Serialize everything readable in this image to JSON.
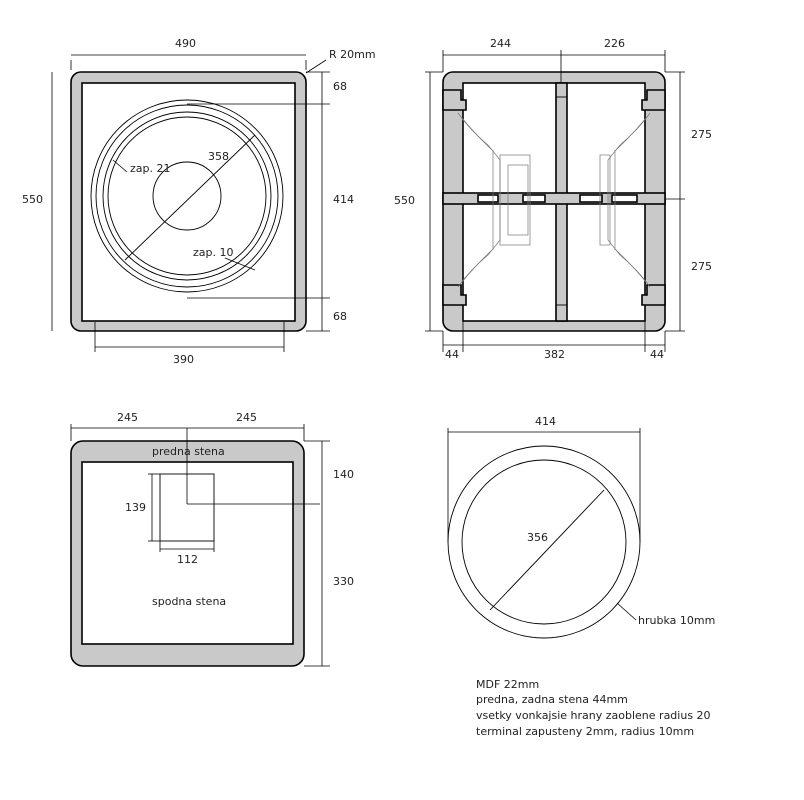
{
  "front_view": {
    "width": "490",
    "height": "550",
    "radius": "R 20mm",
    "top_offset": "68",
    "bottom_offset": "68",
    "cutout_span": "414",
    "inner_width": "390",
    "diameter": "358",
    "recess_1": "zap. 21",
    "recess_2": "zap. 10"
  },
  "side_view": {
    "left_width": "244",
    "right_width": "226",
    "height": "550",
    "upper_section": "275",
    "lower_section": "275",
    "left_wall": "44",
    "inner_span": "382",
    "right_wall": "44"
  },
  "bottom_view": {
    "left_width": "245",
    "right_width": "245",
    "front_wall_label": "predna stena",
    "bottom_wall_label": "spodna stena",
    "terminal_height": "139",
    "terminal_width": "112",
    "front_offset": "140",
    "depth": "330"
  },
  "ring_view": {
    "outer_diameter": "414",
    "inner_diameter": "356",
    "thickness": "hrubka 10mm"
  },
  "notes": [
    "MDF 22mm",
    "predna, zadna stena 44mm",
    "vsetky vonkajsie hrany zaoblene radius 20",
    "terminal zapusteny 2mm, radius 10mm"
  ]
}
